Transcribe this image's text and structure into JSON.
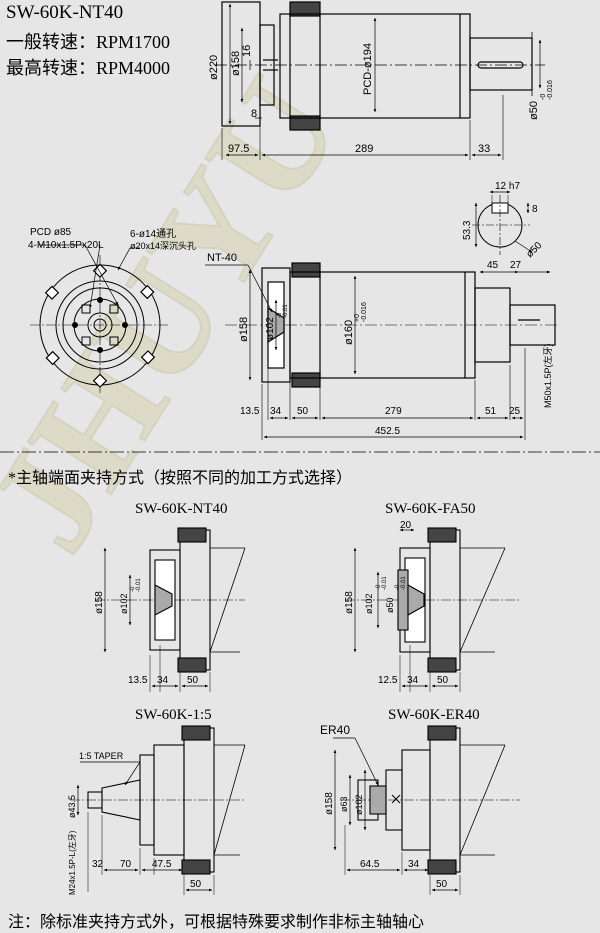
{
  "header": {
    "model": "SW-60K-NT40",
    "speed_normal": "一般转速：RPM1700",
    "speed_max": "最高转速：RPM4000"
  },
  "watermark": "JHUYU",
  "top_view": {
    "dims": {
      "d220": "ø220",
      "d158": "ø158",
      "w16": "16",
      "pcd194": "PCD-ø194",
      "d50": "ø50",
      "d50_tol_upper": "-0",
      "d50_tol_lower": "-0.016",
      "len_8": "8",
      "len_97_5": "97.5",
      "len_289": "289",
      "len_33": "33"
    }
  },
  "key_section": {
    "width": "12 h7",
    "depth": "8",
    "height": "53.3",
    "diameter": "ø50"
  },
  "front_view": {
    "pcd85": "PCD ø85",
    "tap_holes": "4-M10x1.5Px20L",
    "holes_6": "6-ø14通孔",
    "counterbore": "ø20x14深沉头孔"
  },
  "side_view": {
    "nt40": "NT-40",
    "d158": "ø158",
    "d102": "ø102",
    "d102_tol_upper": "-0",
    "d102_tol_lower": "-0.01",
    "d160": "ø160",
    "d160_tol_upper": "+0",
    "d160_tol_lower": "-0.016",
    "thread": "M50x1.5P(左牙)",
    "len_45": "45",
    "len_27": "27",
    "len_13_5": "13.5",
    "len_34": "34",
    "len_50": "50",
    "len_279": "279",
    "len_51": "51",
    "len_25": "25",
    "len_total": "452.5"
  },
  "section_title": "*主轴端面夹持方式（按照不同的加工方式选择）",
  "variants": [
    {
      "title": "SW-60K-NT40",
      "dims": {
        "d158": "ø158",
        "d102": "ø102",
        "tol_upper": "-0",
        "tol_lower": "-0.01",
        "a": "13.5",
        "b": "34",
        "c": "50"
      }
    },
    {
      "title": "SW-60K-FA50",
      "dims": {
        "top": "20",
        "d158": "ø158",
        "d102": "ø102",
        "tol_upper": "-0",
        "tol_lower": "-0.01",
        "d50": "ø50",
        "d50_tol_upper": "-0",
        "d50_tol_lower": "-0.01",
        "a": "12.5",
        "b": "34",
        "c": "50"
      }
    },
    {
      "title": "SW-60K-1:5",
      "dims": {
        "taper": "1:5 TAPER",
        "d43_5": "ø43.5",
        "thread": "M24x1.5P-L(左牙)",
        "a": "32",
        "b": "70",
        "c": "47.5",
        "d": "50"
      }
    },
    {
      "title": "SW-60K-ER40",
      "dims": {
        "er40": "ER40",
        "d158": "ø158",
        "d63": "ø63",
        "d102": "ø102",
        "a": "64.5",
        "b": "34",
        "c": "50"
      }
    }
  ],
  "footnote": "注：除标准夹持方式外，可根据特殊要求制作非标主轴轴心"
}
